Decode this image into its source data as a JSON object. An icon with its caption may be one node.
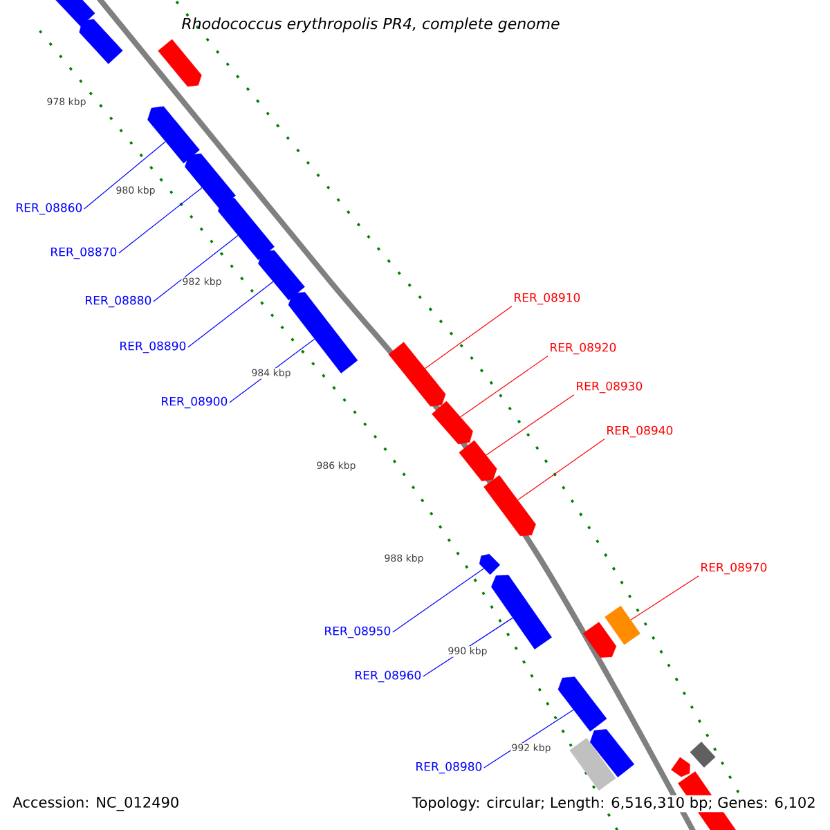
{
  "diagram": {
    "title": "Rhodococcus erythropolis PR4, complete genome",
    "nodes": [
      {
        "text": [],
        "shape": "pentagon"
      },
      {
        "text": [],
        "shape": "pentagon"
      },
      {
        "text": [],
        "shape": "pentagon"
      },
      {
        "text": [],
        "shape": "pentagon"
      },
      {
        "text": [],
        "shape": "pentagon"
      },
      {
        "text": [],
        "shape": "pentagon"
      },
      {
        "text": [],
        "shape": "pentagon"
      },
      {
        "text": [],
        "shape": "pentagon"
      },
      {
        "text": [],
        "shape": "pentagon"
      },
      {
        "text": [],
        "shape": "pentagon"
      },
      {
        "text": [],
        "shape": "pentagon"
      },
      {
        "text": [],
        "shape": "pentagon"
      },
      {
        "text": [],
        "shape": "pentagon"
      },
      {
        "text": [],
        "shape": "pentagon"
      },
      {
        "text": [],
        "shape": "box"
      },
      {
        "text": [],
        "shape": "pentagon"
      },
      {
        "text": [],
        "shape": "pentagon"
      },
      {
        "text": [],
        "shape": "pentagon"
      },
      {
        "text": [],
        "shape": "box"
      },
      {
        "text": [],
        "shape": "box"
      },
      {
        "text": [],
        "shape": "pentagon"
      },
      {
        "text": [],
        "shape": "pentagon"
      },
      {
        "text": [
          "RER_08860"
        ]
      },
      {
        "text": [
          "RER_08870"
        ]
      },
      {
        "text": [
          "RER_08880"
        ]
      },
      {
        "text": [
          "RER_08890"
        ]
      },
      {
        "text": [
          "RER_08900"
        ]
      },
      {
        "text": [
          "RER_08910"
        ]
      },
      {
        "text": [
          "RER_08920"
        ]
      },
      {
        "text": [
          "RER_08930"
        ]
      },
      {
        "text": [
          "RER_08940"
        ]
      },
      {
        "text": [
          "RER_08950"
        ]
      },
      {
        "text": [
          "RER_08960"
        ]
      },
      {
        "text": [
          "RER_08970"
        ]
      },
      {
        "text": [
          "RER_08980"
        ]
      }
    ],
    "edges": [
      {
        "from": 22,
        "to": 3,
        "arrow": "none"
      },
      {
        "from": 23,
        "to": 4,
        "arrow": "none"
      },
      {
        "from": 24,
        "to": 5,
        "arrow": "none"
      },
      {
        "from": 25,
        "to": 6,
        "arrow": "none"
      },
      {
        "from": 26,
        "to": 7,
        "arrow": "none"
      },
      {
        "from": 27,
        "to": 8,
        "arrow": "none",
        "color": "#ff0000"
      },
      {
        "from": 28,
        "to": 9,
        "arrow": "none",
        "color": "#ff0000"
      },
      {
        "from": 29,
        "to": 10,
        "arrow": "none",
        "color": "#ff0000"
      },
      {
        "from": 30,
        "to": 11,
        "arrow": "none",
        "color": "#ff0000"
      },
      {
        "from": 31,
        "to": 12,
        "arrow": "none"
      },
      {
        "from": 32,
        "to": 13,
        "arrow": "none"
      },
      {
        "from": 33,
        "to": 14,
        "arrow": "none",
        "color": "#ff0000"
      },
      {
        "from": 34,
        "to": 16,
        "arrow": "none"
      }
    ],
    "labels": [
      "978 kbp",
      "980 kbp",
      "982 kbp",
      "984 kbp",
      "986 kbp",
      "988 kbp",
      "990 kbp",
      "992 kbp",
      "Accession: NC_012490",
      "Topology: circular; Length: 6,516,310 bp; Genes: 6,102"
    ]
  }
}
